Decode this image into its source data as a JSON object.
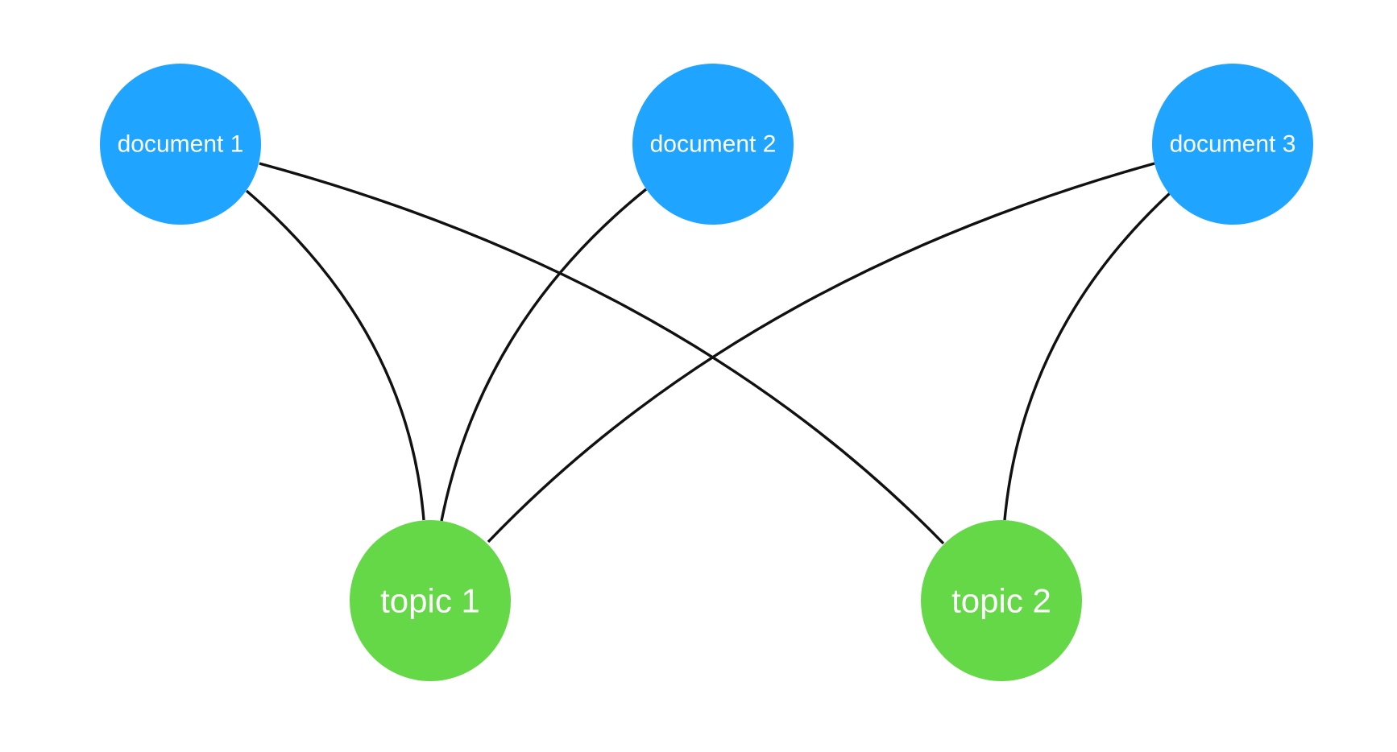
{
  "colors": {
    "document_node": "#1fa5ff",
    "topic_node": "#64d847",
    "edge": "#111111",
    "label": "#ffffff"
  },
  "documents": [
    {
      "id": "d1",
      "label": "document 1"
    },
    {
      "id": "d2",
      "label": "document 2"
    },
    {
      "id": "d3",
      "label": "document 3"
    }
  ],
  "topics": [
    {
      "id": "t1",
      "label": "topic 1"
    },
    {
      "id": "t2",
      "label": "topic 2"
    }
  ],
  "edges": [
    {
      "from": "d1",
      "to": "t1"
    },
    {
      "from": "d1",
      "to": "t2"
    },
    {
      "from": "d2",
      "to": "t1"
    },
    {
      "from": "d3",
      "to": "t1"
    },
    {
      "from": "d3",
      "to": "t2"
    }
  ]
}
